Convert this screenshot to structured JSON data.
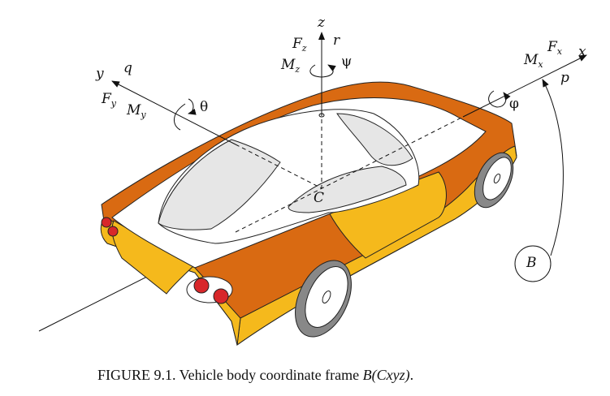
{
  "axes": {
    "z": {
      "axis": "z",
      "rate": "r",
      "force": "F",
      "force_sub": "z",
      "moment": "M",
      "moment_sub": "z",
      "angle": "ψ"
    },
    "y": {
      "axis": "y",
      "rate": "q",
      "force": "F",
      "force_sub": "y",
      "moment": "M",
      "moment_sub": "y",
      "angle": "θ"
    },
    "x": {
      "axis": "x",
      "rate": "p",
      "force": "F",
      "force_sub": "x",
      "moment": "M",
      "moment_sub": "x",
      "angle": "φ"
    }
  },
  "origin_label": "C",
  "frame_label": "B",
  "caption": {
    "prefix": "FIGURE 9.1. Vehicle body coordinate frame ",
    "math": "B(Cxyz)",
    "suffix": "."
  },
  "colors": {
    "body_orange": "#d96a12",
    "body_yellow": "#f5b91c",
    "window_gray": "#e6e6e6",
    "taillight_red": "#d8272a",
    "tire_gray": "#888888"
  }
}
